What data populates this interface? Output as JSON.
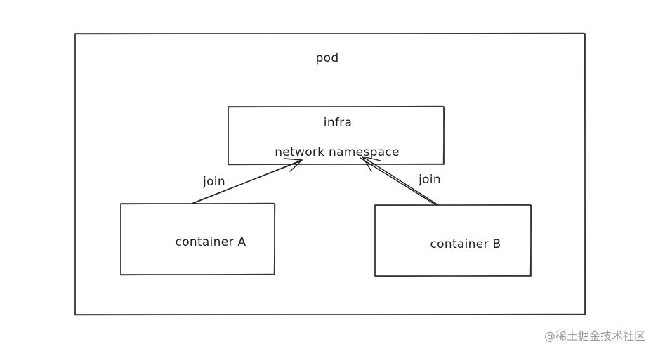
{
  "labels": {
    "pod": "pod",
    "infra": "infra",
    "network_namespace": "network namespace",
    "join_left": "join",
    "join_right": "join",
    "container_a": "container A",
    "container_b": "container B"
  },
  "watermark": "@稀土掘金技术社区"
}
